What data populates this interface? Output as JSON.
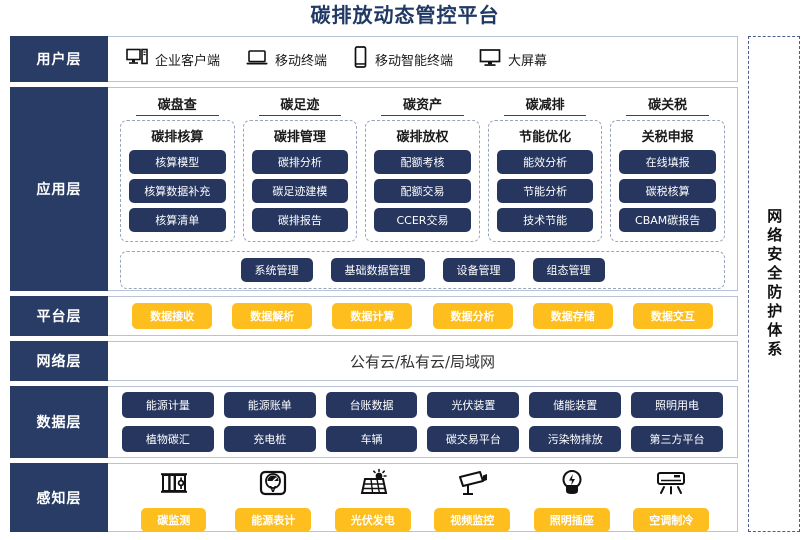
{
  "title": "碳排放动态管控平台",
  "colors": {
    "navy": "#283c66",
    "pill_navy": "#26365f",
    "yellow": "#fdbe1e",
    "title_blue": "#1f3864",
    "border": "#b9c3d8",
    "dashed": "#9aa4ba"
  },
  "security_band": {
    "label": "网络安全防护体系"
  },
  "layers": {
    "user": {
      "label": "用户层",
      "items": [
        {
          "icon": "desktop-pc-icon",
          "label": "企业客户端"
        },
        {
          "icon": "laptop-icon",
          "label": "移动终端"
        },
        {
          "icon": "smartphone-icon",
          "label": "移动智能终端"
        },
        {
          "icon": "monitor-icon",
          "label": "大屏幕"
        }
      ]
    },
    "application": {
      "label": "应用层",
      "groups": [
        {
          "title": "碳盘查",
          "sub": "碳排核算",
          "items": [
            "核算模型",
            "核算数据补充",
            "核算清单"
          ]
        },
        {
          "title": "碳足迹",
          "sub": "碳排管理",
          "items": [
            "碳排分析",
            "碳足迹建模",
            "碳排报告"
          ]
        },
        {
          "title": "碳资产",
          "sub": "碳排放权",
          "items": [
            "配额考核",
            "配额交易",
            "CCER交易"
          ]
        },
        {
          "title": "碳减排",
          "sub": "节能优化",
          "items": [
            "能效分析",
            "节能分析",
            "技术节能"
          ]
        },
        {
          "title": "碳关税",
          "sub": "关税申报",
          "items": [
            "在线填报",
            "碳税核算",
            "CBAM碳报告"
          ]
        }
      ],
      "common": [
        "系统管理",
        "基础数据管理",
        "设备管理",
        "组态管理"
      ]
    },
    "platform": {
      "label": "平台层",
      "items": [
        "数据接收",
        "数据解析",
        "数据计算",
        "数据分析",
        "数据存储",
        "数据交互"
      ]
    },
    "network": {
      "label": "网络层",
      "text": "公有云/私有云/局域网"
    },
    "data": {
      "label": "数据层",
      "row1": [
        "能源计量",
        "能源账单",
        "台账数据",
        "光伏装置",
        "储能装置",
        "照明用电"
      ],
      "row2": [
        "植物碳汇",
        "充电桩",
        "车辆",
        "碳交易平台",
        "污染物排放",
        "第三方平台"
      ]
    },
    "perception": {
      "label": "感知层",
      "items": [
        {
          "icon": "carbon-sensor-icon",
          "label": "碳监测"
        },
        {
          "icon": "energy-meter-icon",
          "label": "能源表计"
        },
        {
          "icon": "solar-panel-icon",
          "label": "光伏发电"
        },
        {
          "icon": "cctv-camera-icon",
          "label": "视频监控"
        },
        {
          "icon": "light-bulb-icon",
          "label": "照明插座"
        },
        {
          "icon": "air-conditioner-icon",
          "label": "空调制冷"
        }
      ]
    }
  }
}
